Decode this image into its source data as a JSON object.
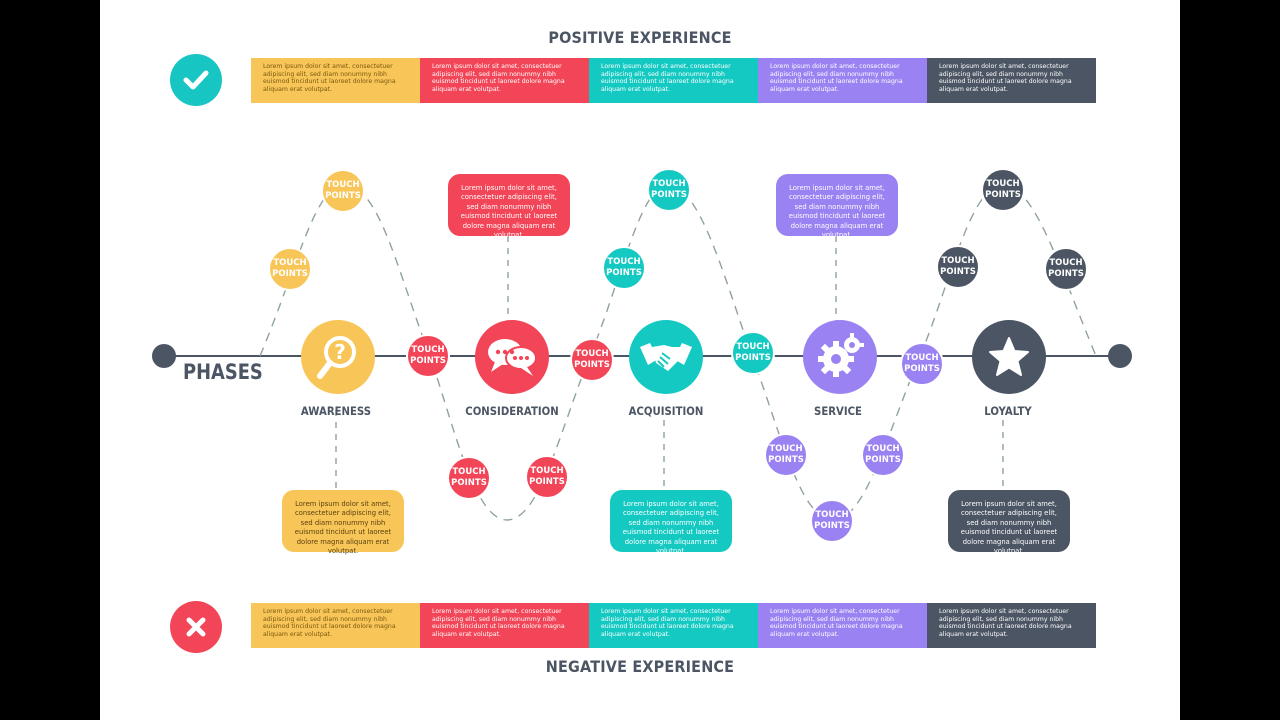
{
  "colors": {
    "yellow": "#f8c558",
    "red": "#f24557",
    "teal": "#14c9c2",
    "purple": "#9b82f2",
    "dark": "#4b5563",
    "ok": "#17c6c2"
  },
  "positive": {
    "heading": "POSITIVE EXPERIENCE",
    "icon": "check-icon",
    "cells": [
      "Lorem ipsum dolor sit amet, consectetuer adipiscing elit, sed diam nonummy nibh euismod tincidunt ut laoreet dolore magna aliquam erat volutpat.",
      "Lorem ipsum dolor sit amet, consectetuer adipiscing elit, sed diam nonummy nibh euismod tincidunt ut laoreet dolore magna aliquam erat volutpat.",
      "Lorem ipsum dolor sit amet, consectetuer adipiscing elit, sed diam nonummy nibh euismod tincidunt ut laoreet dolore magna aliquam erat volutpat.",
      "Lorem ipsum dolor sit amet, consectetuer adipiscing elit, sed diam nonummy nibh euismod tincidunt ut laoreet dolore magna aliquam erat volutpat.",
      "Lorem ipsum dolor sit amet, consectetuer adipiscing elit, sed diam nonummy nibh euismod tincidunt ut laoreet dolore magna aliquam erat volutpat."
    ]
  },
  "negative": {
    "heading": "NEGATIVE EXPERIENCE",
    "icon": "cross-icon",
    "cells": [
      "Lorem ipsum dolor sit amet, consectetuer adipiscing elit, sed diam nonummy nibh euismod tincidunt ut laoreet dolore magna aliquam erat volutpat.",
      "Lorem ipsum dolor sit amet, consectetuer adipiscing elit, sed diam nonummy nibh euismod tincidunt ut laoreet dolore magna aliquam erat volutpat.",
      "Lorem ipsum dolor sit amet, consectetuer adipiscing elit, sed diam nonummy nibh euismod tincidunt ut laoreet dolore magna aliquam erat volutpat.",
      "Lorem ipsum dolor sit amet, consectetuer adipiscing elit, sed diam nonummy nibh euismod tincidunt ut laoreet dolore magna aliquam erat volutpat.",
      "Lorem ipsum dolor sit amet, consectetuer adipiscing elit, sed diam nonummy nibh euismod tincidunt ut laoreet dolore magna aliquam erat volutpat."
    ]
  },
  "timeline": {
    "label": "PHASES"
  },
  "phases": [
    {
      "label": "AWARENESS",
      "icon": "question-magnifier-icon",
      "note": "Lorem ipsum dolor sit amet, consectetuer adipiscing elit, sed diam nonummy nibh euismod tincidunt ut laoreet dolore magna aliquam erat volutpat."
    },
    {
      "label": "CONSIDERATION",
      "icon": "speech-bubbles-icon",
      "note": "Lorem ipsum dolor sit amet, consectetuer adipiscing elit, sed diam nonummy nibh euismod tincidunt ut laoreet dolore magna aliquam erat volutpat."
    },
    {
      "label": "ACQUISITION",
      "icon": "handshake-icon",
      "note": "Lorem ipsum dolor sit amet, consectetuer adipiscing elit, sed diam nonummy nibh euismod tincidunt ut laoreet dolore magna aliquam erat volutpat."
    },
    {
      "label": "SERVICE",
      "icon": "gears-icon",
      "note": "Lorem ipsum dolor sit amet, consectetuer adipiscing elit, sed diam nonummy nibh euismod tincidunt ut laoreet dolore magna aliquam erat volutpat."
    },
    {
      "label": "LOYALTY",
      "icon": "star-icon",
      "note": "Lorem ipsum dolor sit amet, consectetuer adipiscing elit, sed diam nonummy nibh euismod tincidunt ut laoreet dolore magna aliquam erat volutpat."
    }
  ],
  "touchpoints": {
    "line1": "TOUCH",
    "line2": "POINTS"
  }
}
